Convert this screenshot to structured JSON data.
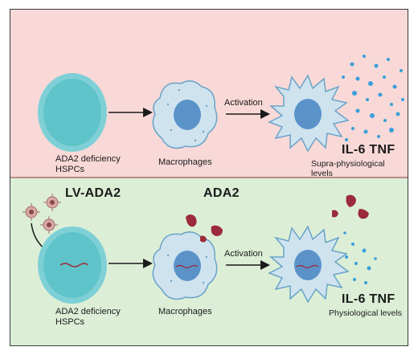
{
  "top": {
    "hspc_label_line1": "ADA2 deficiency",
    "hspc_label_line2": "HSPCs",
    "macrophage_label": "Macrophages",
    "activation_label": "Activation",
    "cytokines": "IL-6 TNF",
    "level_label": "Supra-physiological levels"
  },
  "bottom": {
    "vector_label": "LV-ADA2",
    "protein_label": "ADA2",
    "hspc_label_line1": "ADA2 deficiency",
    "hspc_label_line2": "HSPCs",
    "macrophage_label": "Macrophages",
    "activation_label": "Activation",
    "cytokines": "IL-6 TNF",
    "level_label": "Physiological levels"
  },
  "colors": {
    "top_bg": "#f8d9d8",
    "bottom_bg": "#dcefd6",
    "cell_fill": "#cfe3ef",
    "nucleus": "#5b93c9",
    "hspc_outer": "#7fd0d6",
    "hspc_inner": "#5ec4c9",
    "ada2_protein": "#9b2a3a",
    "cytokine_dot": "#3a9fd8"
  }
}
